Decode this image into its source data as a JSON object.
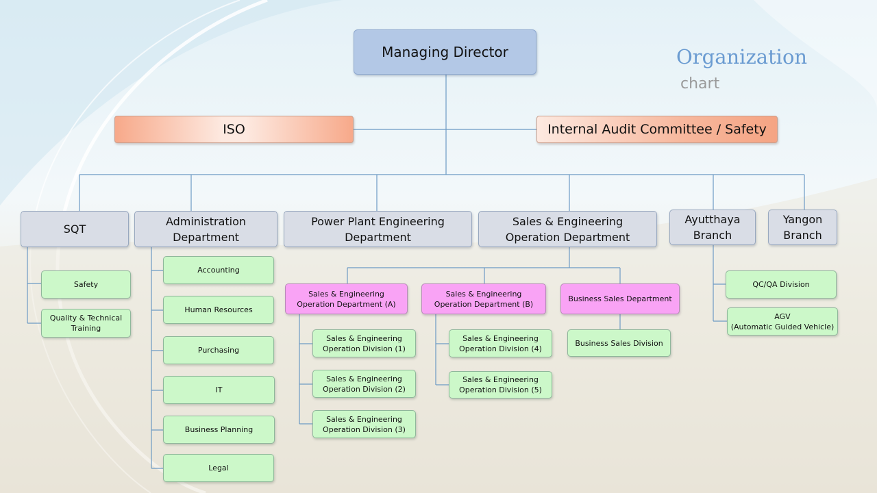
{
  "title": "Organization",
  "subtitle": "chart",
  "colors": {
    "line": "#6c9ac4",
    "director": "#b3c8e6",
    "advisory": "#f7a98a",
    "department": "#d9dde6",
    "unit": "#ccf8c9",
    "subdepartment": "#f9a3f5"
  },
  "director": "Managing Director",
  "iso": "ISO",
  "audit": "Internal Audit Committee / Safety",
  "departments": {
    "sqt": [
      "SQT"
    ],
    "admin": [
      "Administration",
      "Department"
    ],
    "power": [
      "Power Plant Engineering",
      "Department"
    ],
    "sales": [
      "Sales & Engineering",
      "Operation Department"
    ],
    "ayutthaya": [
      "Ayutthaya",
      "Branch"
    ],
    "yangon": [
      "Yangon",
      "Branch"
    ]
  },
  "sqt_units": {
    "safety": [
      "Safety"
    ],
    "quality": [
      "Quality & Technical",
      "Training"
    ]
  },
  "admin_units": {
    "accounting": [
      "Accounting"
    ],
    "hr": [
      "Human Resources"
    ],
    "purchasing": [
      "Purchasing"
    ],
    "it": [
      "IT"
    ],
    "planning": [
      "Business Planning"
    ],
    "legal": [
      "Legal"
    ]
  },
  "sales_subdepartments": {
    "a": [
      "Sales & Engineering",
      "Operation Department (A)"
    ],
    "b": [
      "Sales & Engineering",
      "Operation Department (B)"
    ],
    "biz": [
      "Business Sales Department"
    ]
  },
  "sales_divisions": {
    "d1": [
      "Sales & Engineering",
      "Operation Division (1)"
    ],
    "d2": [
      "Sales & Engineering",
      "Operation Division (2)"
    ],
    "d3": [
      "Sales & Engineering",
      "Operation Division (3)"
    ],
    "d4": [
      "Sales & Engineering",
      "Operation Division (4)"
    ],
    "d5": [
      "Sales & Engineering",
      "Operation Division (5)"
    ],
    "biz_div": [
      "Business Sales Division"
    ]
  },
  "ayutthaya_units": {
    "qc": [
      "QC/QA Division"
    ],
    "agv": [
      "AGV",
      "(Automatic Guided Vehicle)"
    ]
  }
}
